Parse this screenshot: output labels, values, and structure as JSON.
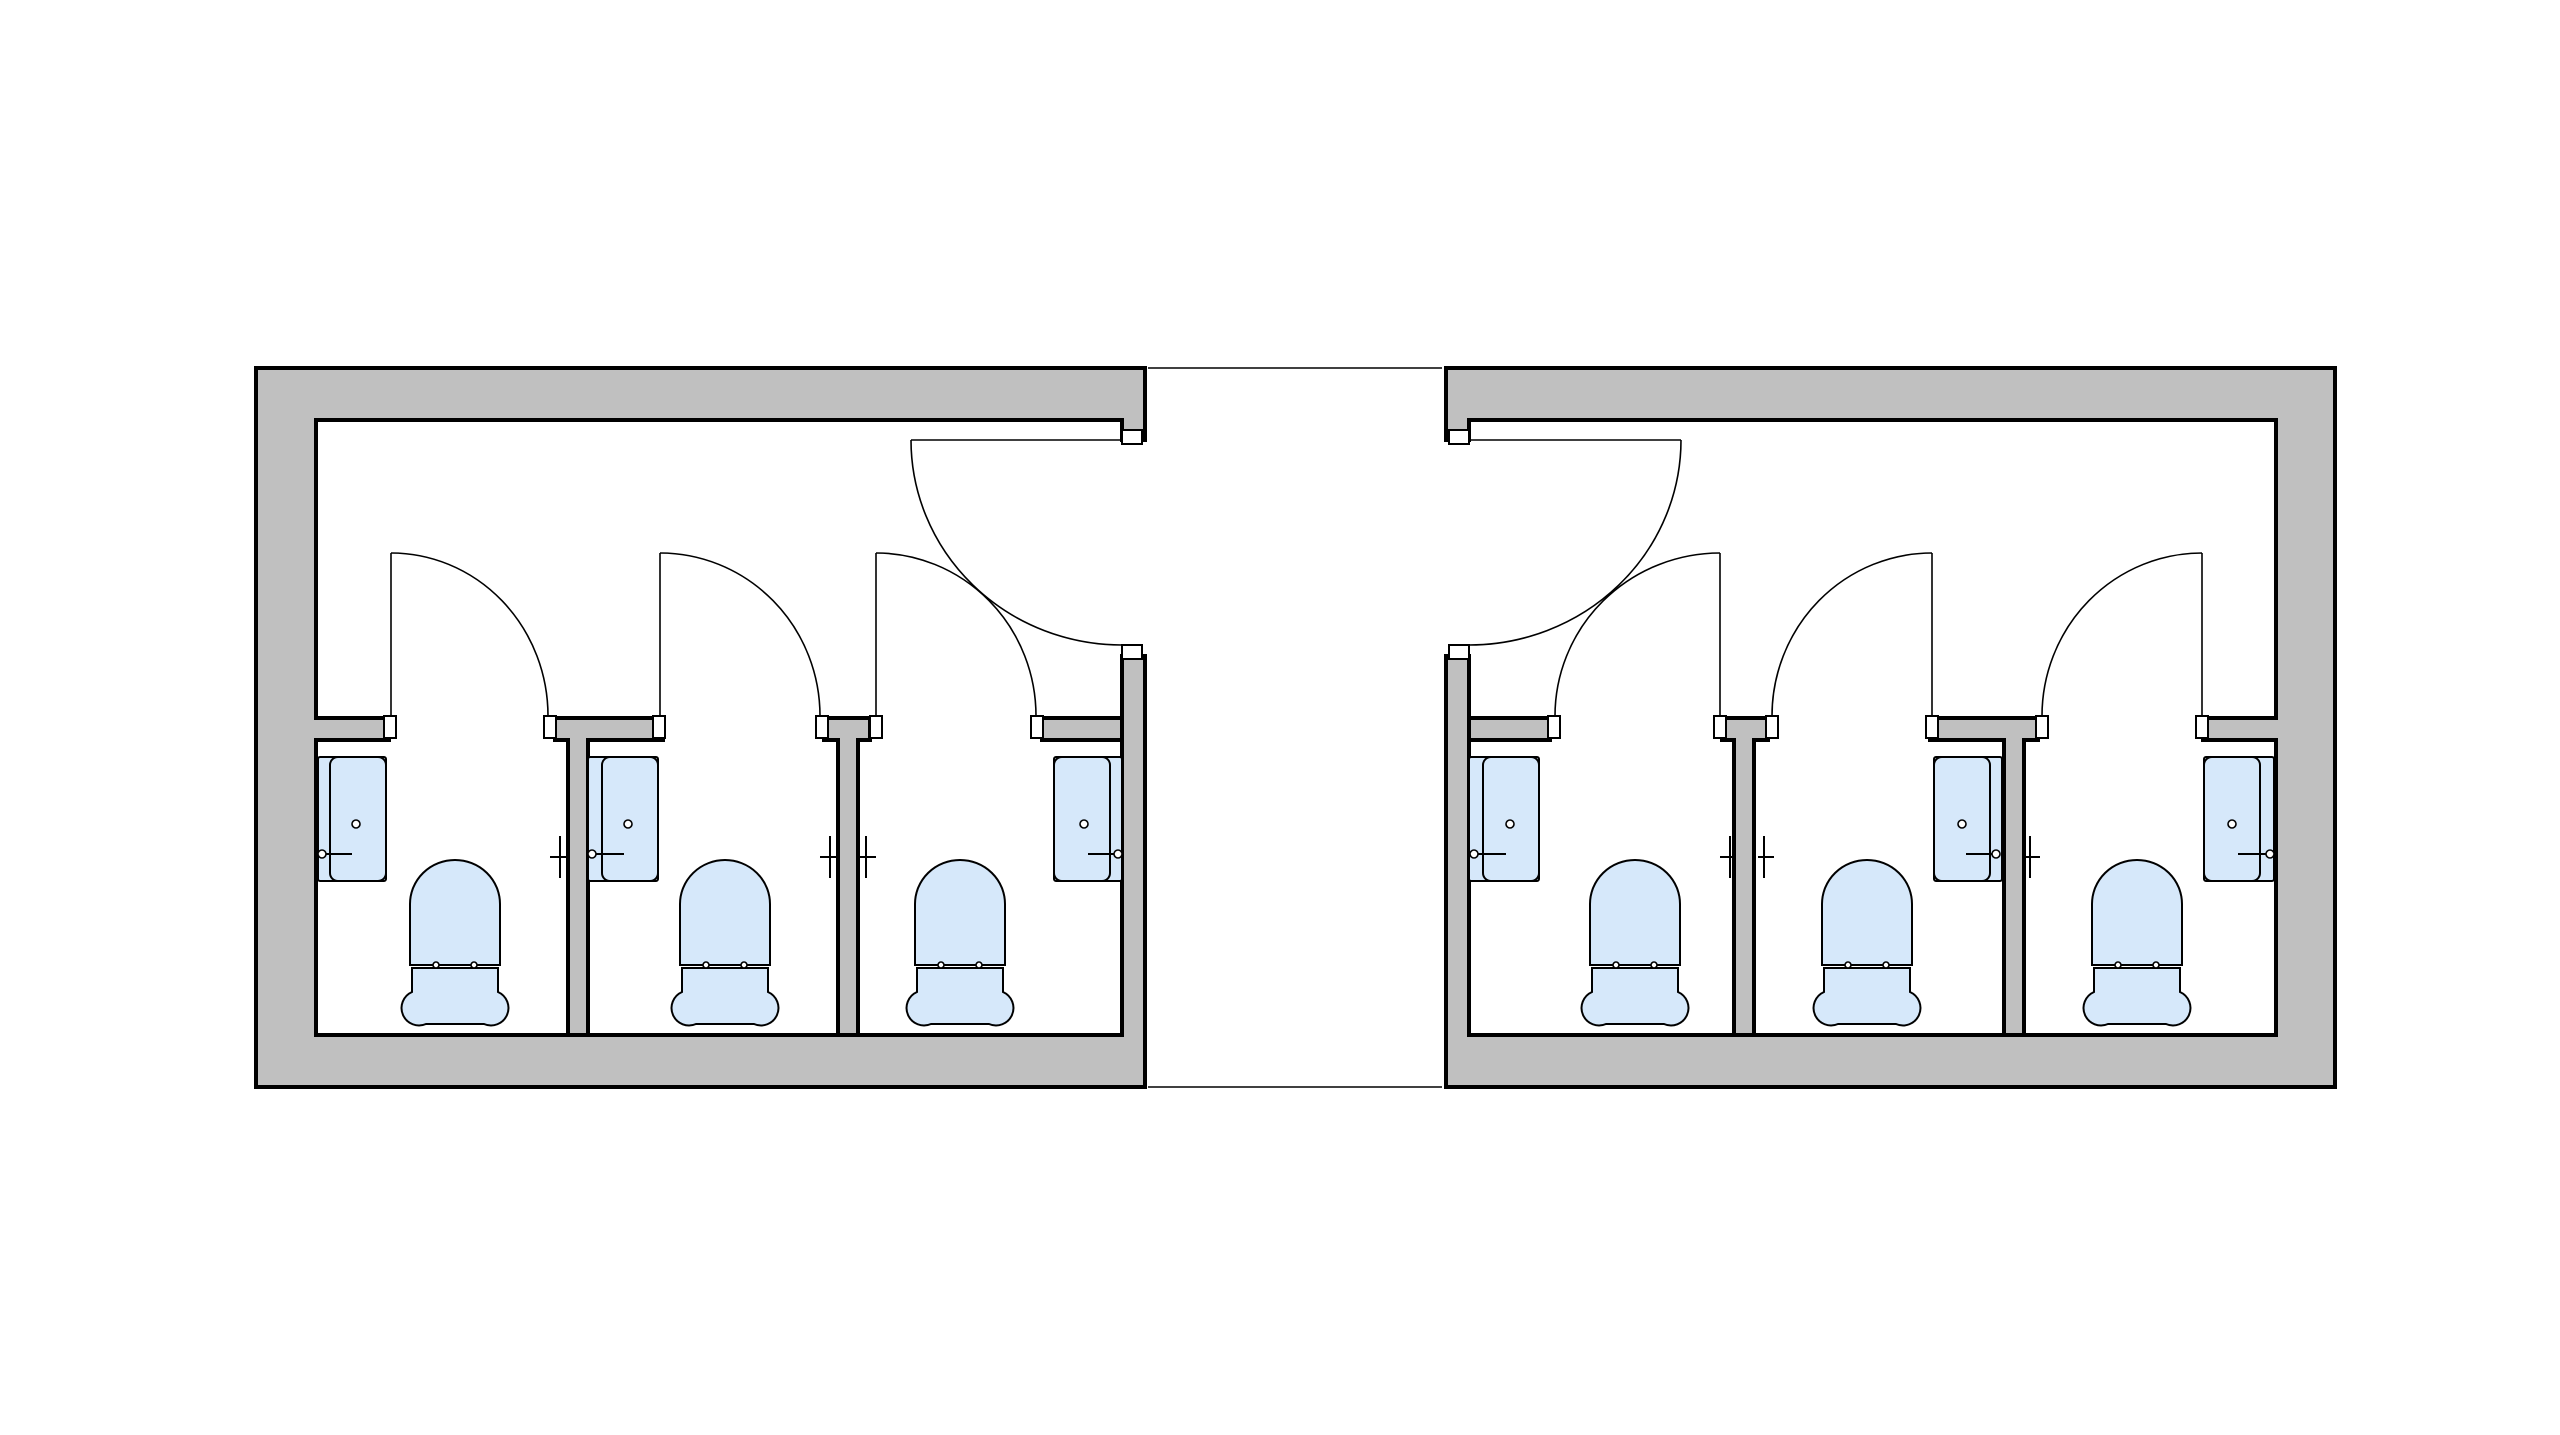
{
  "drawing": {
    "wall_color": "#c0c0c0",
    "fixture_color": "#d6e8fa",
    "line_color": "#000000",
    "background": "#ffffff",
    "blocks": [
      {
        "name": "left-restroom-block",
        "stalls": 3,
        "entry_door": "swing-left"
      },
      {
        "name": "right-restroom-block",
        "stalls": 3,
        "entry_door": "swing-right"
      }
    ],
    "fixtures_per_stall": [
      "toilet-icon",
      "sink-icon"
    ]
  }
}
